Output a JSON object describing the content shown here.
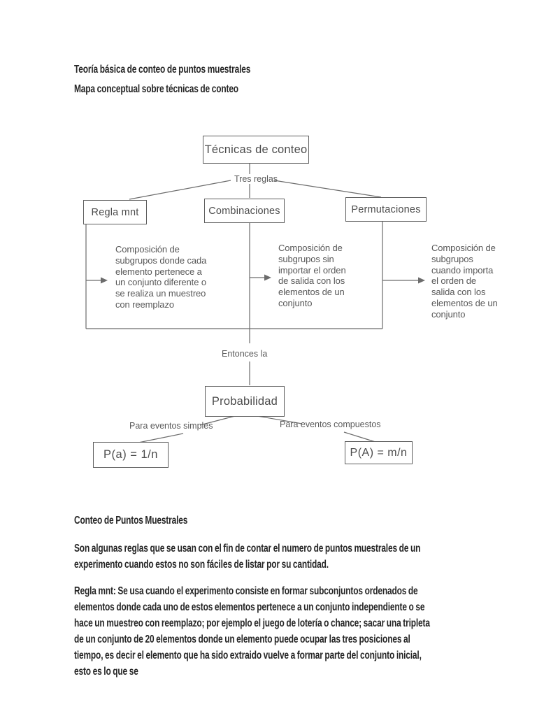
{
  "doc": {
    "title": "Teoría básica de conteo de puntos muestrales",
    "subtitle": "Mapa conceptual sobre técnicas de conteo"
  },
  "diagram": {
    "root": "Técnicas de conteo",
    "root_label": "Tres reglas",
    "branches": [
      {
        "box": "Regla mnt",
        "lines": [
          "Composición de",
          "subgrupos donde cada",
          "elemento pertenece a",
          "un conjunto diferente o",
          "se realiza un muestreo",
          "con reemplazo"
        ]
      },
      {
        "box": "Combinaciones",
        "lines": [
          "Composición de",
          "subgrupos sin",
          "importar el orden",
          "de salida con los",
          "elementos de un",
          "conjunto"
        ]
      },
      {
        "box": "Permutaciones",
        "lines": [
          "Composición de",
          "subgrupos",
          "cuando importa",
          "el orden de",
          "salida con los",
          "elementos de un",
          "conjunto"
        ]
      }
    ],
    "connector_label": "Entonces la",
    "probability_box": "Probabilidad",
    "outcomes": [
      {
        "label": "Para eventos simples",
        "formula": "P(a) = 1/n"
      },
      {
        "label": "Para eventos compuestos",
        "formula": "P(A) = m/n"
      }
    ]
  },
  "body": {
    "heading": "Conteo de Puntos Muestrales",
    "paragraphs": [
      "Son algunas reglas que se usan con el fin de contar el numero de puntos muestrales de un experimento cuando estos no son fáciles de listar por su cantidad.",
      "Regla mnt: Se usa cuando el experimento consiste en formar subconjuntos ordenados de elementos donde cada uno de estos elementos pertenece a un conjunto independiente o se hace un muestreo con reemplazo; por ejemplo el juego de lotería o chance; sacar una tripleta de un conjunto de 20 elementos donde un elemento puede ocupar las tres posiciones al tiempo, es decir el elemento que ha sido extraido vuelve a formar parte del conjunto inicial, esto es lo que se"
    ]
  },
  "colors": {
    "page_background": "#ffffff",
    "body_ink": "#262626",
    "diagram_ink": "#5a5a5a"
  }
}
